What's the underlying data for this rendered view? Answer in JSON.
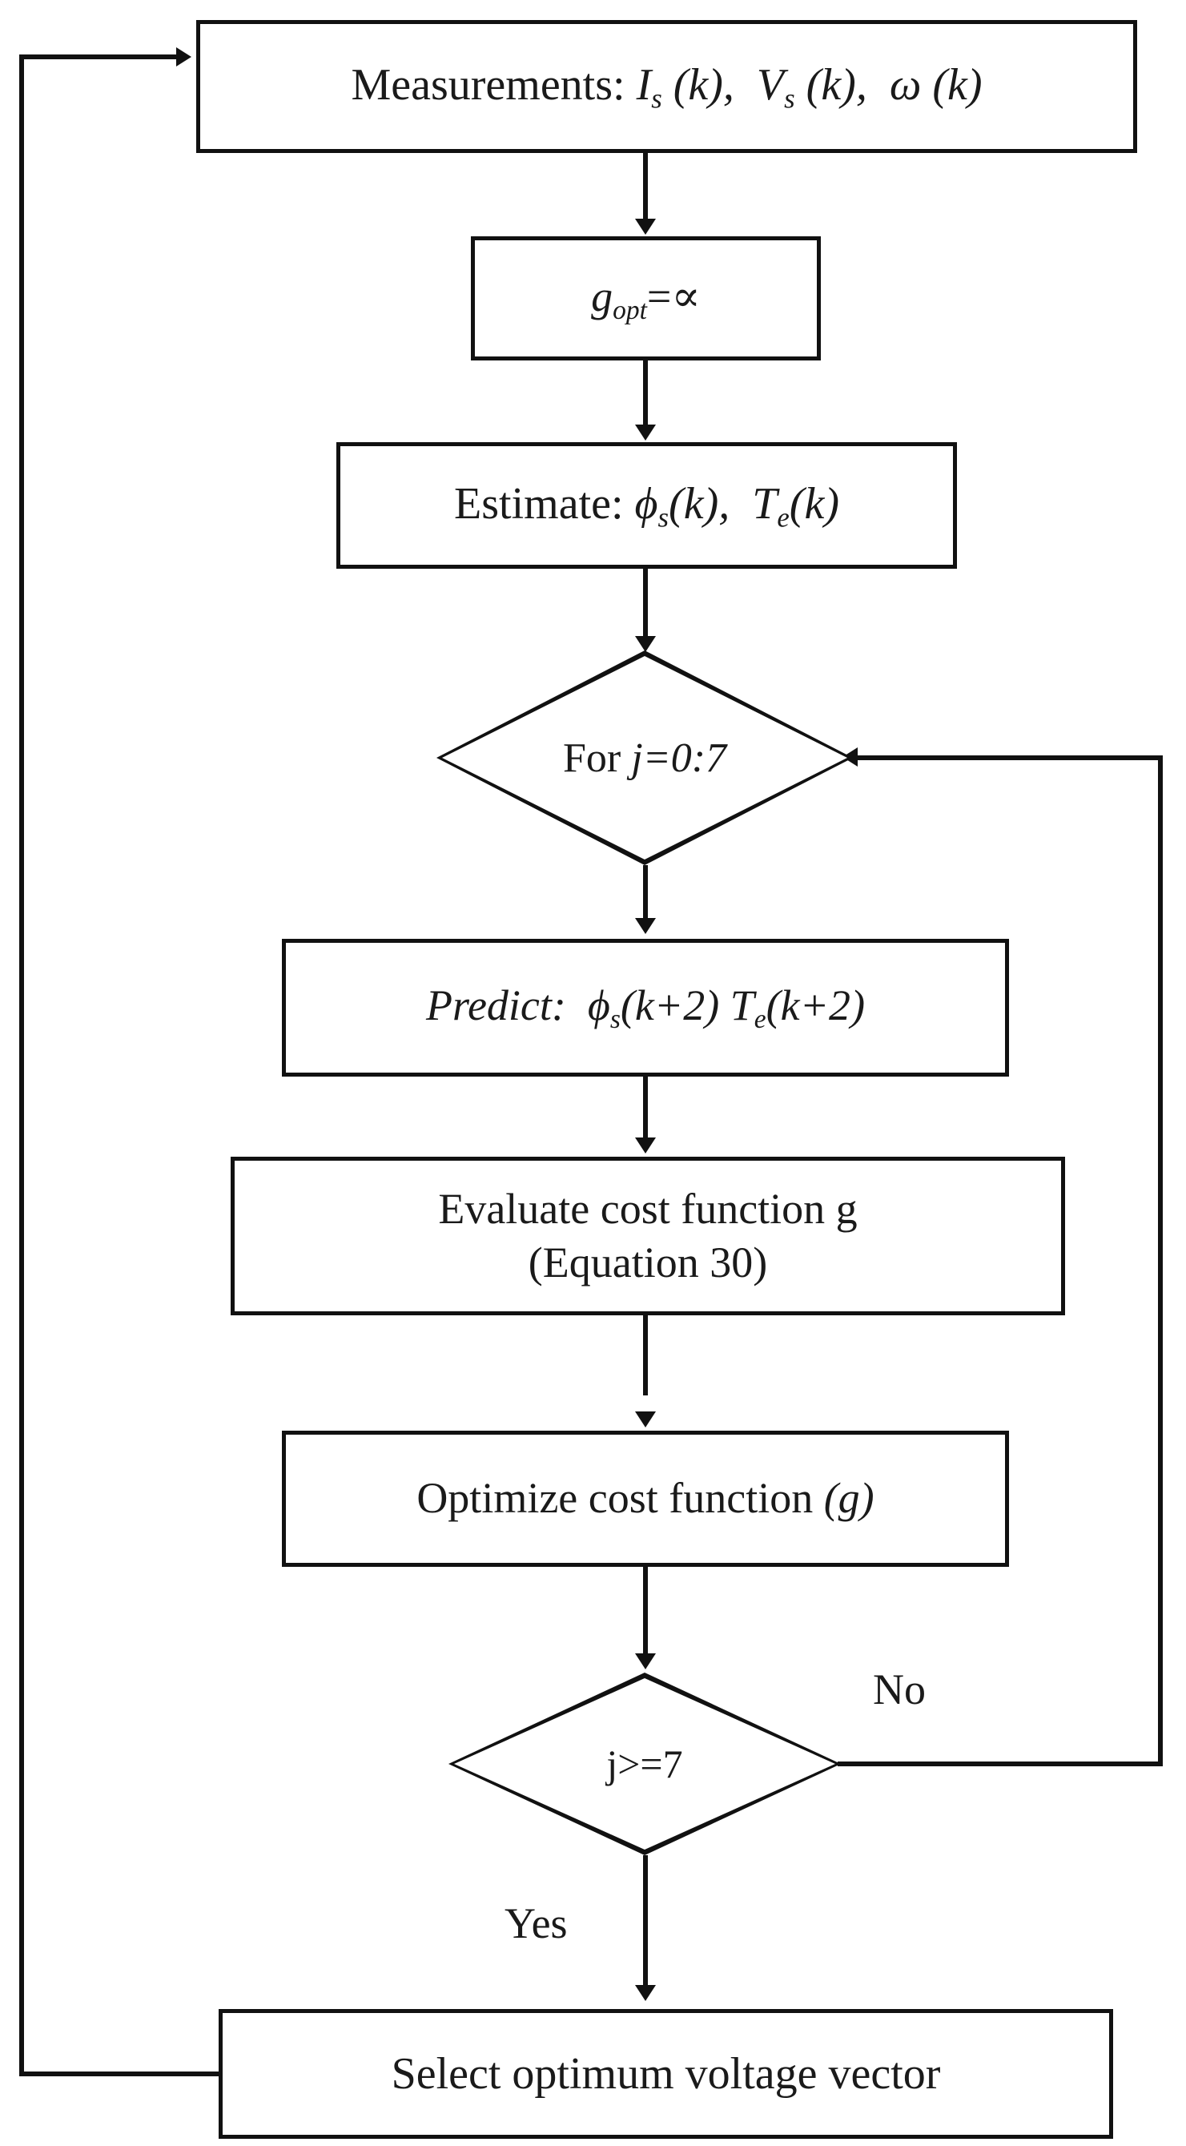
{
  "diagram": {
    "title": "Model predictive control algorithm flowchart",
    "type": "flowchart",
    "background_color": "#ffffff",
    "line_color": "#111111",
    "shadow_color": "#b9b9b9"
  },
  "nodes": {
    "measurements": {
      "shape": "process",
      "text": "Measurements: Is (k),  Vs (k),  ω (k)",
      "prefix": "Measurements:",
      "terms": [
        "Is (k),",
        "Vs (k),",
        "ω (k)"
      ]
    },
    "init_gopt": {
      "shape": "process",
      "text": "gopt= ∝",
      "variable": "g",
      "subscript": "opt",
      "operator": "=",
      "value": "∝"
    },
    "estimate": {
      "shape": "process",
      "text": "Estimate: φs(k),  Te(k)",
      "prefix": "Estimate:",
      "terms": [
        "φs(k),",
        "Te(k)"
      ]
    },
    "for_loop": {
      "shape": "decision",
      "text": "For j=0:7",
      "prefix": "For",
      "expression": "j=0:7"
    },
    "predict": {
      "shape": "process",
      "text": "Predict: φs(k+2) Te(k+2)",
      "prefix": "Predict:",
      "terms": [
        "φs(k+2)",
        "Te(k+2)"
      ]
    },
    "evaluate": {
      "shape": "process",
      "line1": "Evaluate cost function g",
      "line2": "(Equation 30)"
    },
    "optimize": {
      "shape": "process",
      "prefix": "Optimize cost function",
      "suffix": "(g)",
      "text": "Optimize cost function (g)"
    },
    "check_j": {
      "shape": "decision",
      "text": "j>=7"
    },
    "select_vector": {
      "shape": "process",
      "text": "Select optimum voltage vector"
    }
  },
  "edge_labels": {
    "no": "No",
    "yes": "Yes"
  }
}
